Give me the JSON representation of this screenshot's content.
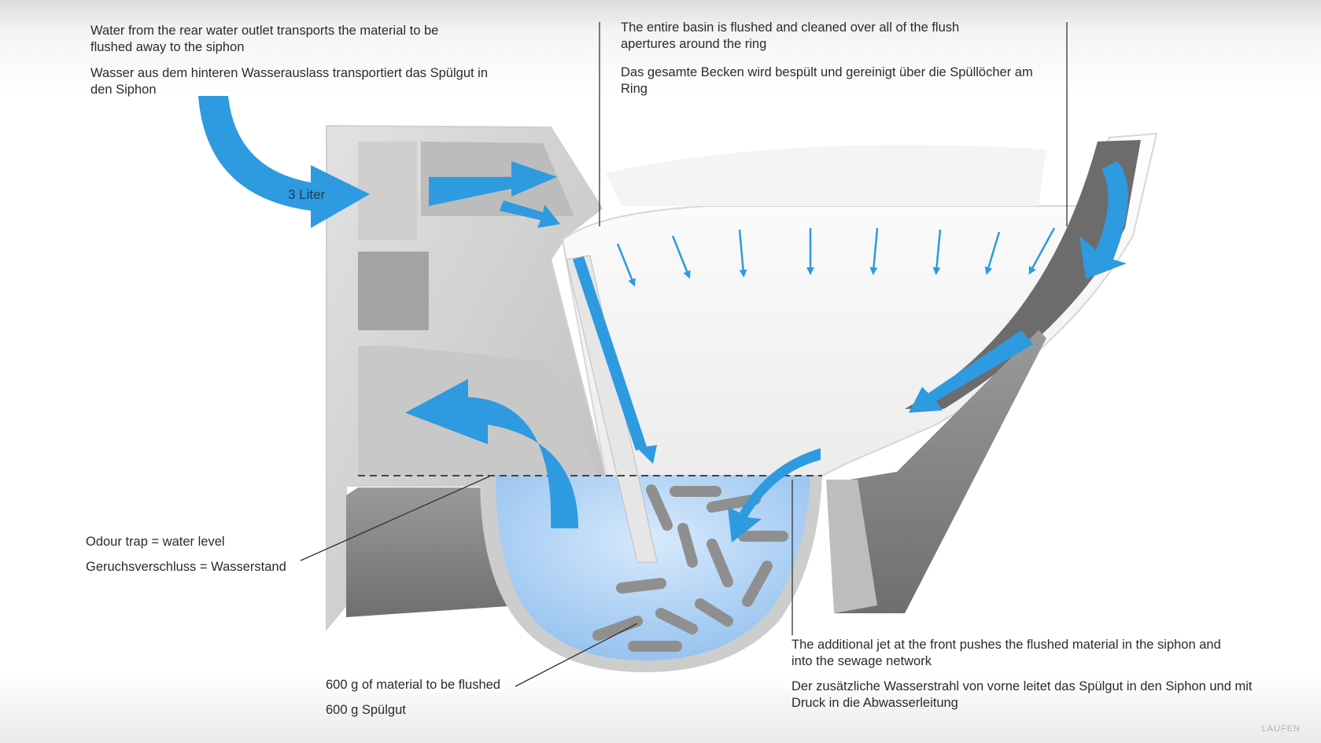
{
  "captions": {
    "rear_outlet_en": "Water from the rear water outlet transports the material to be flushed away to the siphon",
    "rear_outlet_de": "Wasser aus dem hinteren Wasserauslass transportiert das Spülgut in den Siphon",
    "basin_en": "The entire basin is flushed and cleaned over all of the flush apertures around the ring",
    "basin_de": "Das gesamte Becken wird bespült und gereinigt über die Spüllöcher am Ring",
    "odour_en": "Odour trap = water level",
    "odour_de": "Geruchsverschluss = Wasserstand",
    "material_en": "600 g of material to be flushed",
    "material_de": "600 g Spülgut",
    "jet_en": "The additional jet at the front pushes the flushed material in the siphon and into the sewage network",
    "jet_de": "Der zusätzliche Wasserstrahl von vorne leitet das Spülgut in den Siphon und mit Druck in die Abwasserleitung"
  },
  "volume_label": "3 Liter",
  "watermark": "LAUFEN",
  "colors": {
    "flow_arrow": "#2e9ae0",
    "water": "#a9d0f5",
    "ceramic": "#d9d9d9",
    "ceramic_dark": "#8c8c8c",
    "material": "#8f8f8f"
  }
}
